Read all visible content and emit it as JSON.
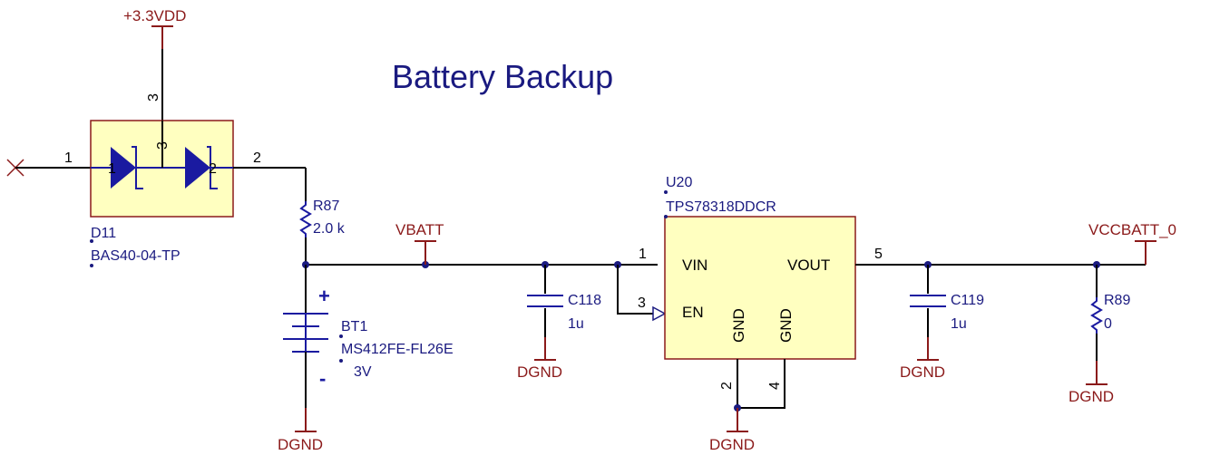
{
  "title": "Battery Backup",
  "power": {
    "vdd": "+3.3VDD",
    "vbatt": "VBATT",
    "vccbatt": "VCCBATT_0",
    "gnd": "DGND"
  },
  "d11": {
    "designator": "D11",
    "part": "BAS40-04-TP",
    "pin_left": "1",
    "pin_right": "2",
    "pin_top": "3"
  },
  "r87": {
    "designator": "R87",
    "value": "2.0 k"
  },
  "bt1": {
    "designator": "BT1",
    "part": "MS412FE-FL26E",
    "value": "3V",
    "plus": "+",
    "minus": "-"
  },
  "c118": {
    "designator": "C118",
    "value": "1u"
  },
  "c119": {
    "designator": "C119",
    "value": "1u"
  },
  "r89": {
    "designator": "R89",
    "value": "0"
  },
  "u20": {
    "designator": "U20",
    "part": "TPS78318DDCR",
    "pins": {
      "vin": "VIN",
      "en": "EN",
      "gnd": "GND",
      "vout": "VOUT",
      "n1": "1",
      "n2": "2",
      "n3": "3",
      "n4": "4",
      "n5": "5"
    }
  }
}
